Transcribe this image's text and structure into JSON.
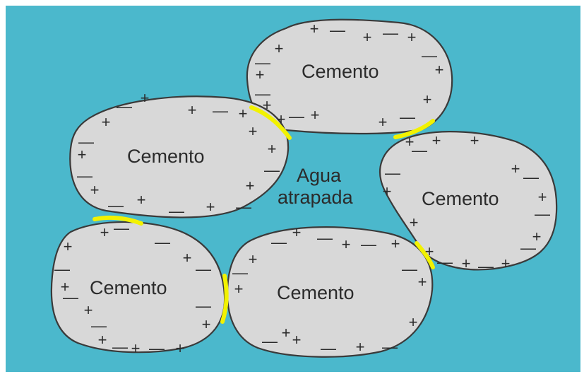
{
  "diagram": {
    "background_color": "#4bb8cc",
    "particle_color": "#d8d8d8",
    "bridge_color": "#f2f200",
    "particles": [
      {
        "id": "top",
        "label": "Cemento"
      },
      {
        "id": "left",
        "label": "Cemento"
      },
      {
        "id": "right",
        "label": "Cemento"
      },
      {
        "id": "bottom-left",
        "label": "Cemento"
      },
      {
        "id": "bottom-center",
        "label": "Cemento"
      }
    ],
    "center_label_line1": "Agua",
    "center_label_line2": "atrapada",
    "charge_plus": "+",
    "charge_minus": "—"
  }
}
